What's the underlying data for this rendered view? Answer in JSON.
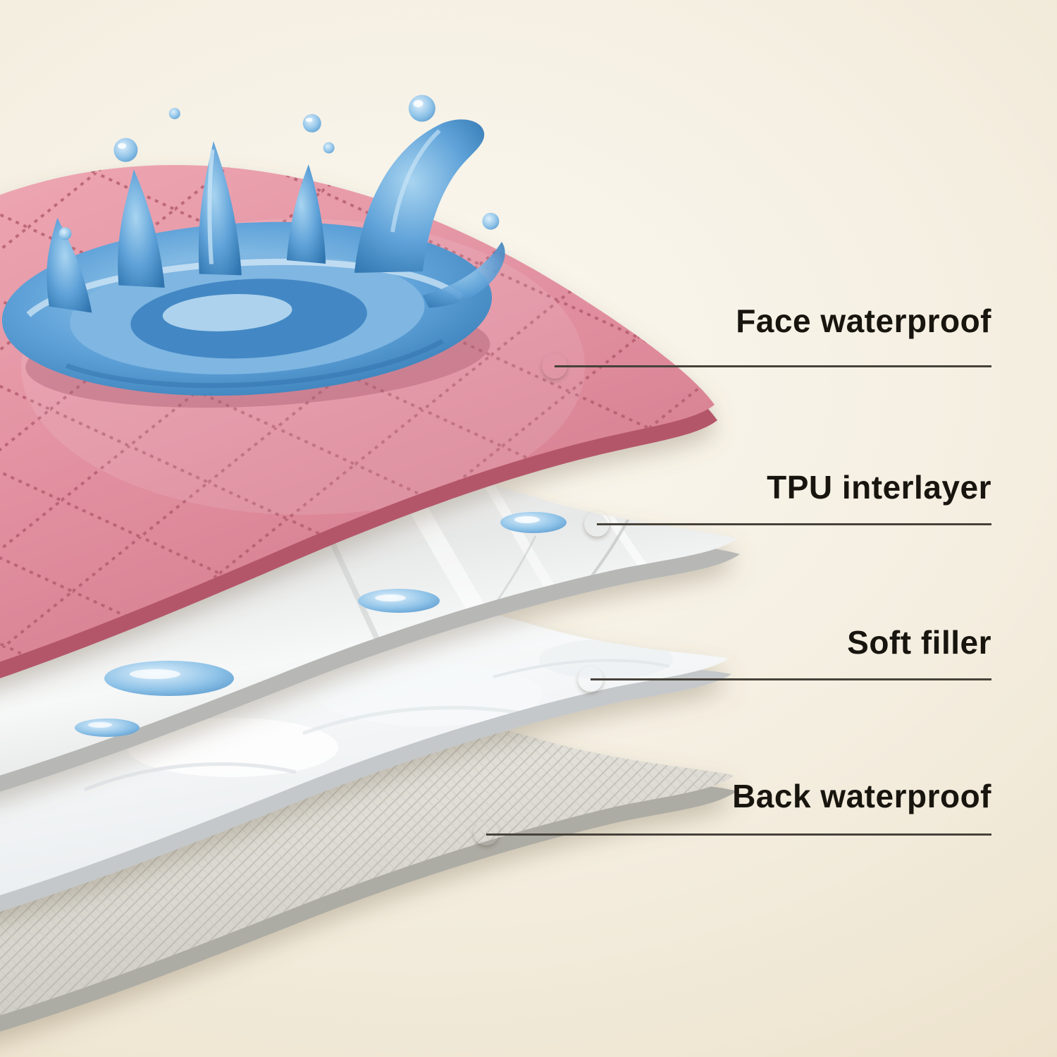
{
  "callouts": [
    {
      "label": "Face waterproof"
    },
    {
      "label": "TPU interlayer"
    },
    {
      "label": "Soft filler"
    },
    {
      "label": "Back waterproof"
    }
  ],
  "colors": {
    "background": "#f1e9d8",
    "accent_dot": "#27678c",
    "callout_line": "#46423a",
    "text": "#18150f",
    "face_layer": "#e18fa0",
    "tpu_layer": "#ececec",
    "soft_filler_layer": "#f5f7f8",
    "back_layer": "#dcdbd3",
    "water": "#4f93cb"
  }
}
